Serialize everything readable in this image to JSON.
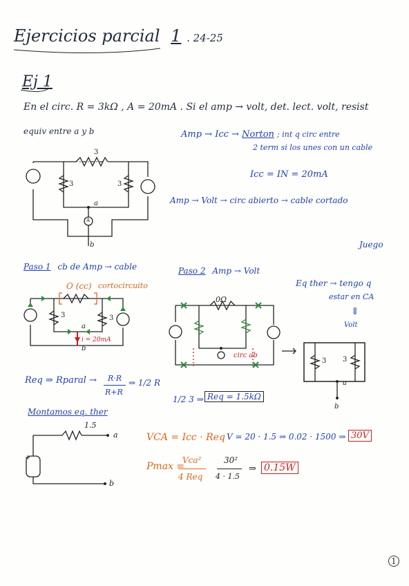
{
  "title": {
    "main": "Ejercicios parcial",
    "number": "1",
    "year": ". 24-25"
  },
  "section": "Ej 1",
  "statement": {
    "line1": "En el circ. R = 3kΩ , A = 20mA . Si el amp → volt, det. lect. volt, resist",
    "line2": "equiv entre a y b"
  },
  "notes": {
    "amp_icc": "Amp → Icc →",
    "norton": "Norton",
    "norton_rest": "; int q circ entre",
    "term": "2 term si los unes con un cable",
    "icc": "Icc = IN = 20mA",
    "amp_volt": "Amp → Volt → circ abierto → cable cortado",
    "signature": "Juego"
  },
  "paso1": {
    "label": "Paso 1",
    "text": "cb de Amp → cable",
    "oc": "O (cc)",
    "corto": "cortocircuito",
    "current": "i = 20mA"
  },
  "paso2": {
    "label": "Paso 2",
    "text": "Amp → Volt",
    "res": "0Ω",
    "circab": "circ ab"
  },
  "eq_ther": {
    "line1": "Eq ther → tengo q",
    "line2": "estar en CA",
    "arrow": "⇓",
    "volt": "Volt"
  },
  "req": {
    "left": "Req ⇒ Rparal →",
    "num": "R·R",
    "den": "R+R",
    "half": "⇒ 1/2 R",
    "third": "1/2 3 ⇒",
    "result": "Req = 1.5kΩ"
  },
  "montamos": {
    "label": "Montamos eq. ther",
    "r": "1.5"
  },
  "vca": {
    "formula": "VCA = Icc · Req",
    "calc": "V = 20 · 1.5 ⇒ 0.02 · 1500 ⇒",
    "result": "30V"
  },
  "pmax": {
    "label": "Pmax =",
    "num": "Vca²",
    "den": "4 Req",
    "num2": "30²",
    "den2": "4 · 1.5",
    "arrow": "⇒",
    "result": "0.15W"
  },
  "labels": {
    "three": "3",
    "a": "a",
    "b": "b",
    "plus": "+",
    "A": "A"
  },
  "page_number": "1",
  "colors": {
    "ink": "#1f2a3a",
    "blue": "#1f3fae",
    "red": "#c81e1e",
    "orange": "#e0641a",
    "green": "#2e8b3a"
  }
}
